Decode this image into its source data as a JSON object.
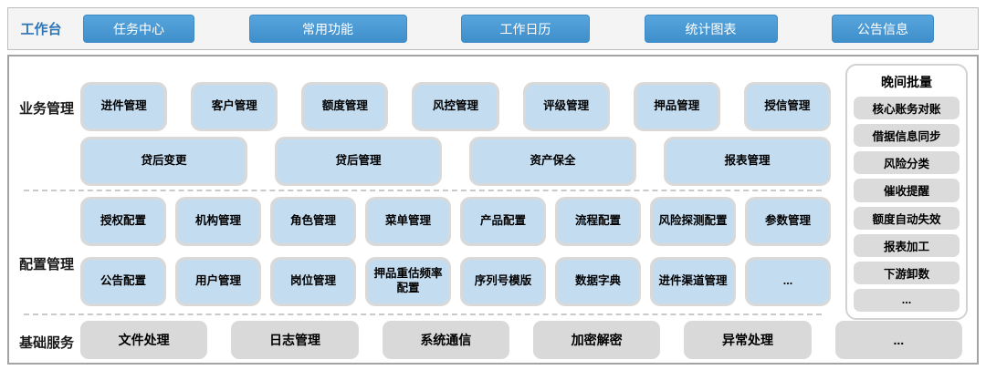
{
  "topbar": {
    "label": "工作台",
    "buttons": [
      "任务中心",
      "常用功能",
      "工作日历",
      "统计图表",
      "公告信息"
    ]
  },
  "sections": {
    "business": {
      "label": "业务管理",
      "row1": [
        "进件管理",
        "客户管理",
        "额度管理",
        "风控管理",
        "评级管理",
        "押品管理",
        "授信管理"
      ],
      "row2": [
        "贷后变更",
        "贷后管理",
        "资产保全",
        "报表管理"
      ]
    },
    "config": {
      "label": "配置管理",
      "row1": [
        "授权配置",
        "机构管理",
        "角色管理",
        "菜单管理",
        "产品配置",
        "流程配置",
        "风险探测配置",
        "参数管理"
      ],
      "row2": [
        "公告配置",
        "用户管理",
        "岗位管理",
        "押品重估频率配置",
        "序列号模版",
        "数据字典",
        "进件渠道管理",
        "..."
      ]
    },
    "base": {
      "label": "基础服务",
      "row": [
        "文件处理",
        "日志管理",
        "系统通信",
        "加密解密",
        "异常处理",
        "..."
      ]
    }
  },
  "sidebar": {
    "title": "晚间批量",
    "items": [
      "核心账务对账",
      "借据信息同步",
      "风险分类",
      "催收提醒",
      "额度自动失效",
      "报表加工",
      "下游卸数",
      "..."
    ]
  },
  "colors": {
    "accent_blue": "#4796D1",
    "label_blue": "#2E75B6",
    "module_blue": "#C3DCF0",
    "module_gray": "#D9D9D9"
  }
}
